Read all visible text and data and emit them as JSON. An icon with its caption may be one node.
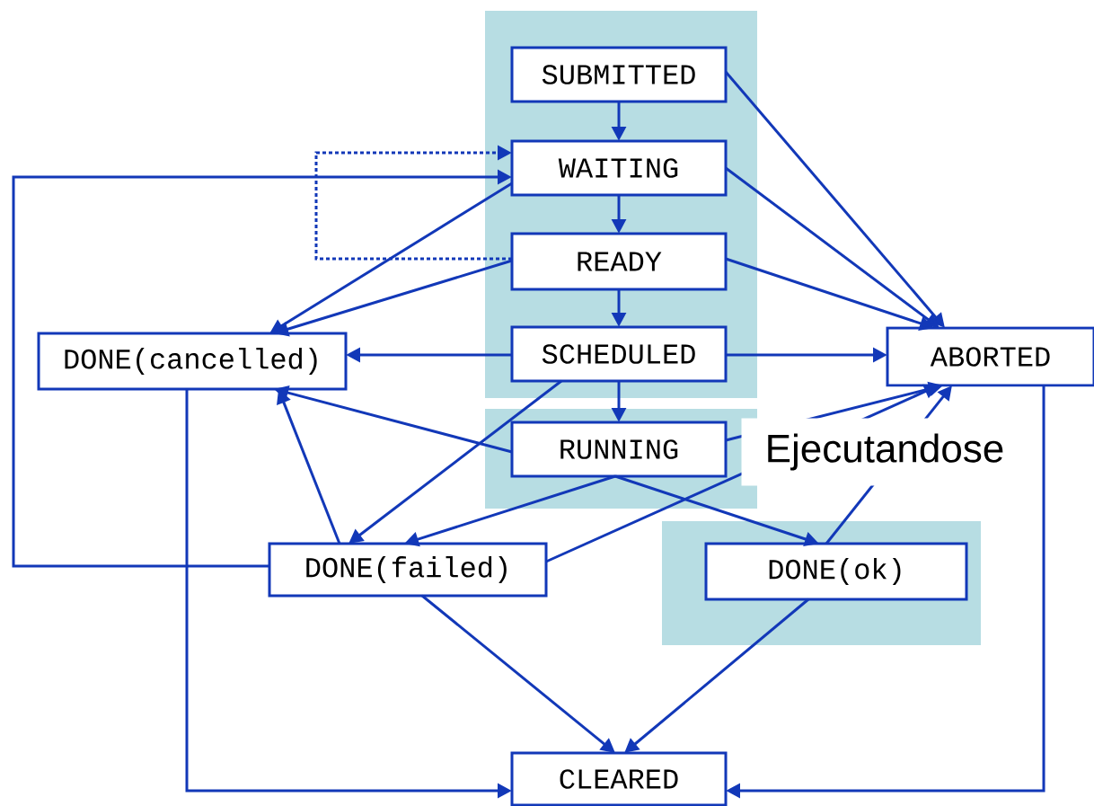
{
  "diagram": {
    "nodes": [
      {
        "text": [
          "SUBMITTED"
        ]
      },
      {
        "text": [
          "WAITING"
        ]
      },
      {
        "text": [
          "READY"
        ]
      },
      {
        "text": [
          "SCHEDULED"
        ]
      },
      {
        "text": [
          "RUNNING"
        ]
      },
      {
        "text": [
          "DONE(cancelled)"
        ]
      },
      {
        "text": [
          "ABORTED"
        ]
      },
      {
        "text": [
          "DONE(failed)"
        ]
      },
      {
        "text": [
          "DONE(ok)"
        ]
      },
      {
        "text": [
          "CLEARED"
        ]
      }
    ],
    "edges": [
      {
        "from": 0,
        "to": 1,
        "arrow": "to"
      },
      {
        "from": 1,
        "to": 2,
        "arrow": "to"
      },
      {
        "from": 2,
        "to": 3,
        "arrow": "to"
      },
      {
        "from": 3,
        "to": 4,
        "arrow": "to"
      },
      {
        "from": 0,
        "to": 6,
        "arrow": "to"
      },
      {
        "from": 1,
        "to": 6,
        "arrow": "to"
      },
      {
        "from": 2,
        "to": 6,
        "arrow": "to"
      },
      {
        "from": 3,
        "to": 6,
        "arrow": "to"
      },
      {
        "from": 4,
        "to": 6,
        "arrow": "to"
      },
      {
        "from": 7,
        "to": 6,
        "arrow": "to"
      },
      {
        "from": 8,
        "to": 6,
        "arrow": "to"
      },
      {
        "from": 2,
        "to": 1,
        "arrow": "to",
        "style": "dashed"
      },
      {
        "from": 7,
        "to": 1,
        "arrow": "to"
      },
      {
        "from": 1,
        "to": 5,
        "arrow": "to"
      },
      {
        "from": 2,
        "to": 5,
        "arrow": "to"
      },
      {
        "from": 3,
        "to": 5,
        "arrow": "to"
      },
      {
        "from": 4,
        "to": 5,
        "arrow": "to"
      },
      {
        "from": 7,
        "to": 5,
        "arrow": "to"
      },
      {
        "from": 3,
        "to": 7,
        "arrow": "to"
      },
      {
        "from": 4,
        "to": 7,
        "arrow": "to"
      },
      {
        "from": 4,
        "to": 8,
        "arrow": "to"
      },
      {
        "from": 7,
        "to": 9,
        "arrow": "to"
      },
      {
        "from": 8,
        "to": 9,
        "arrow": "to"
      },
      {
        "from": 5,
        "to": 9,
        "arrow": "to"
      },
      {
        "from": 6,
        "to": 9,
        "arrow": "to"
      }
    ],
    "labels": [
      "Ejecutandose"
    ]
  }
}
